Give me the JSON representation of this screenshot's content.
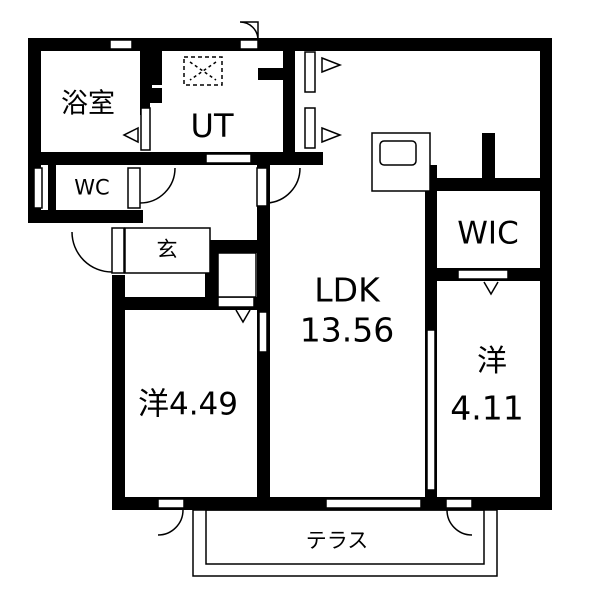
{
  "rooms": {
    "bath": "浴室",
    "utility": "UT",
    "wc": "WC",
    "entrance": "玄",
    "ldk_name": "LDK",
    "ldk_size": "13.56",
    "wic": "WIC",
    "western1": "洋4.49",
    "western2_name": "洋",
    "western2_size": "4.11",
    "terrace": "テラス"
  },
  "colors": {
    "wall": "#000000",
    "background": "#ffffff"
  }
}
